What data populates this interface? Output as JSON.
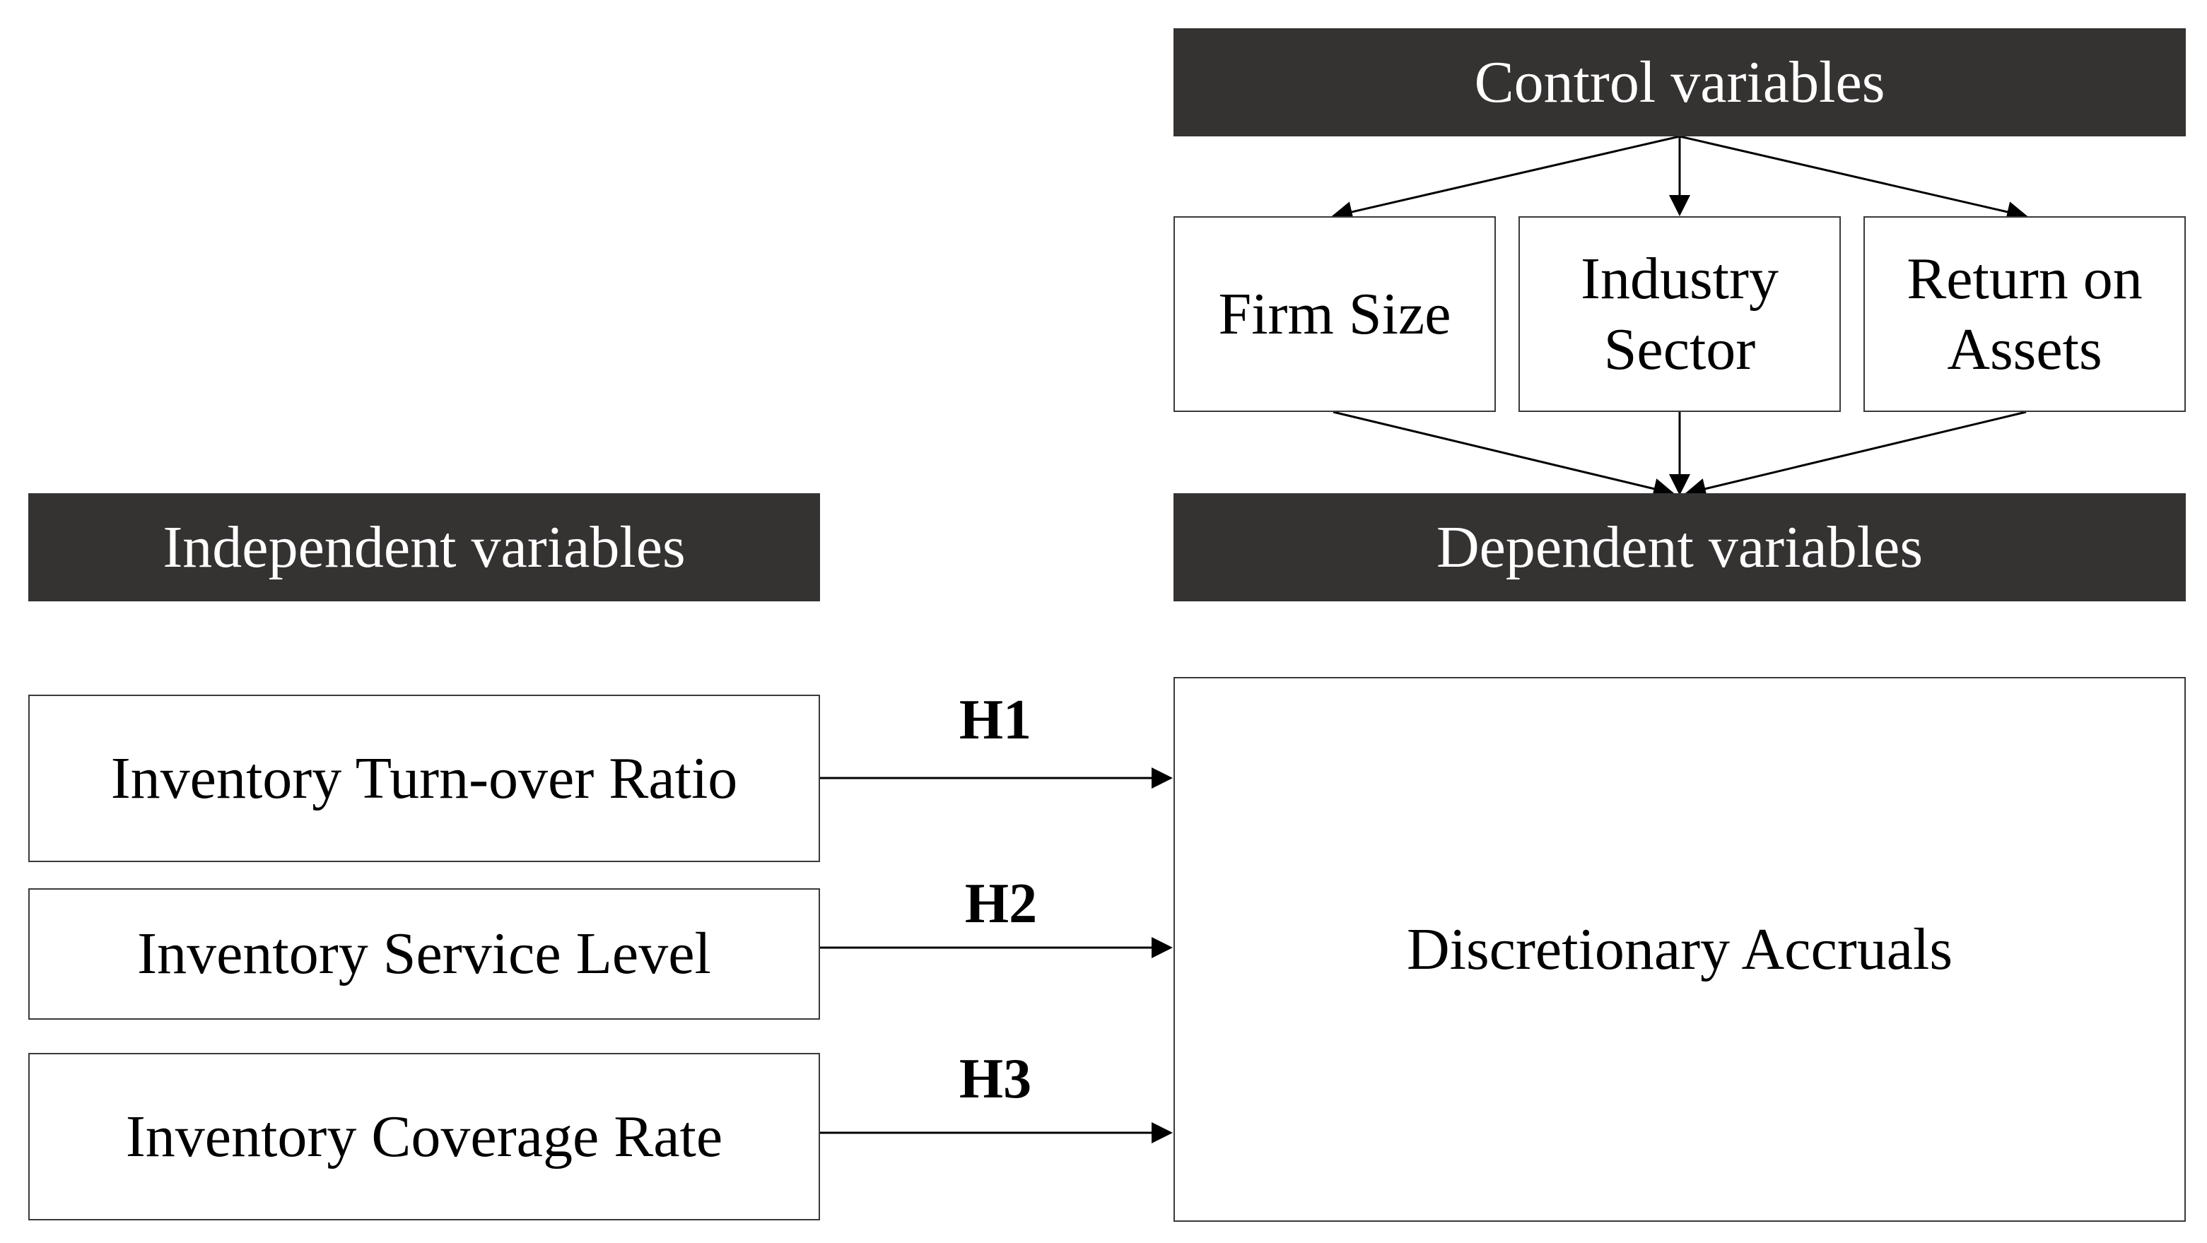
{
  "headers": {
    "control": "Control variables",
    "independent": "Independent variables",
    "dependent": "Dependent variables"
  },
  "controls": [
    "Firm Size",
    "Industry\nSector",
    "Return on\nAssets"
  ],
  "independents": [
    "Inventory Turn-over Ratio",
    "Inventory Service Level",
    "Inventory Coverage Rate"
  ],
  "dependent": "Discretionary Accruals",
  "hypotheses": [
    "H1",
    "H2",
    "H3"
  ]
}
